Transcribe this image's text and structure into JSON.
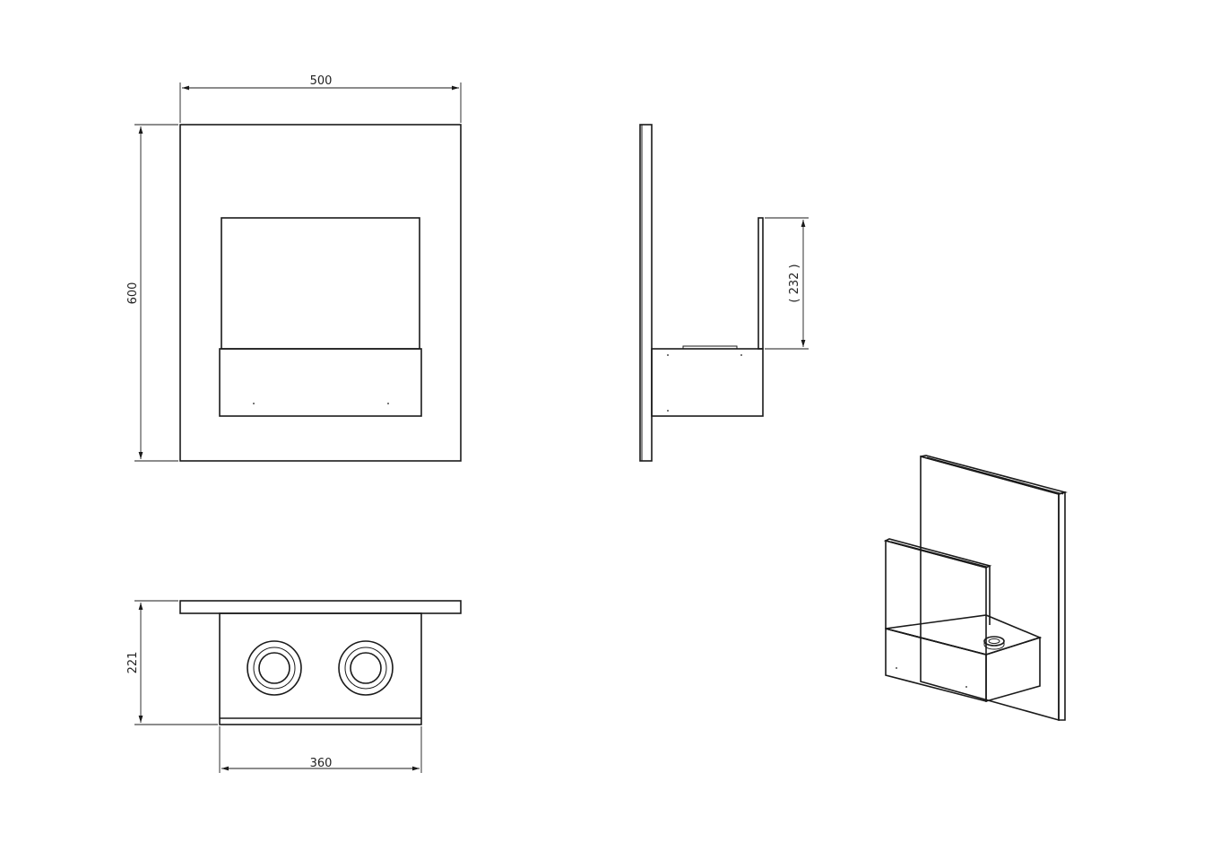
{
  "drawing": {
    "front_view": {
      "width_dim": "500",
      "height_dim": "600"
    },
    "side_view": {
      "depth_dim": "( 232 )"
    },
    "top_view": {
      "depth_dim": "221",
      "width_dim": "360"
    },
    "iso_view": {}
  }
}
